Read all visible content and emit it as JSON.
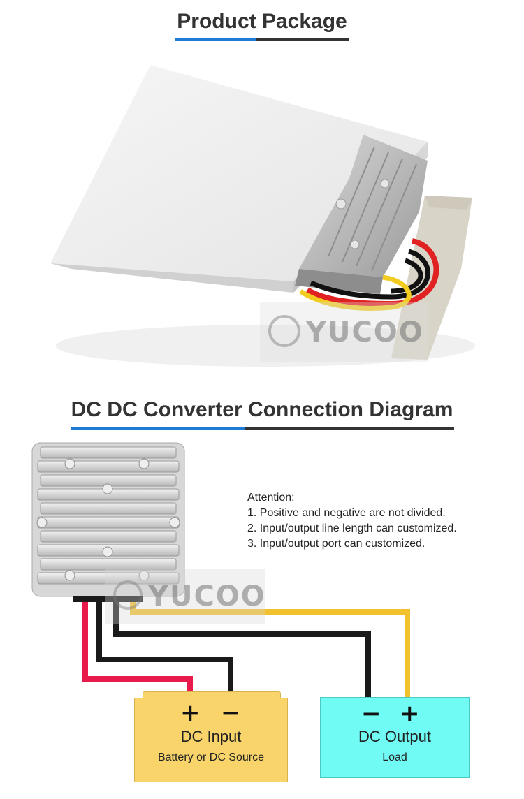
{
  "package_section": {
    "title": "Product Package"
  },
  "diagram_section": {
    "title": "DC DC Converter Connection Diagram"
  },
  "attention": {
    "heading": "Attention:",
    "items": [
      "1. Positive and negative are not divided.",
      "2. Input/output line length can customized.",
      "3. Input/output port can customized."
    ]
  },
  "input_box": {
    "plus": "+",
    "minus": "−",
    "title": "DC Input",
    "subtitle": "Battery or DC Source"
  },
  "output_box": {
    "minus": "−",
    "plus": "+",
    "title": "DC Output",
    "subtitle": "Load"
  },
  "watermark": {
    "text": "YUCOO"
  },
  "colors": {
    "accent_blue": "#1e7bd6",
    "wire_red": "#e8194b",
    "wire_black": "#1a1a1a",
    "wire_yellow": "#f2c12e",
    "input_box": "#f8d46a",
    "output_box": "#70fbf4"
  }
}
